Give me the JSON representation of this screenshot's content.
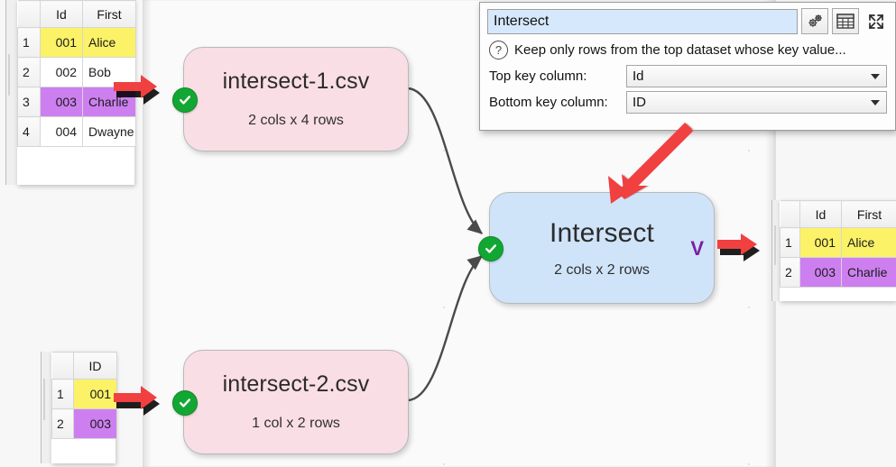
{
  "properties_panel": {
    "name_value": "Intersect",
    "hint": "Keep only rows from the top dataset whose key value...",
    "help_icon": "question-mark-icon",
    "toolbar": [
      {
        "icon": "gears-icon"
      },
      {
        "icon": "table-grid-icon"
      },
      {
        "icon": "expand-fullscreen-icon"
      }
    ],
    "fields": [
      {
        "label": "Top key column:",
        "value": "Id"
      },
      {
        "label": "Bottom key column:",
        "value": "ID"
      }
    ]
  },
  "nodes": [
    {
      "id": "intersect-1",
      "title": "intersect-1.csv",
      "subtitle": "2 cols x 4 rows",
      "color": "#fadee5",
      "status_icon": "green-check-icon"
    },
    {
      "id": "intersect-2",
      "title": "intersect-2.csv",
      "subtitle": "1 col x 2 rows",
      "color": "#fadee5",
      "status_icon": "green-check-icon"
    },
    {
      "id": "intersect-op",
      "title": "Intersect",
      "subtitle": "2 cols x 2 rows",
      "color": "#cfe4f9",
      "status_icon": "green-check-icon",
      "badge": "V"
    }
  ],
  "tables": {
    "top_left": {
      "columns": [
        "Id",
        "First"
      ],
      "rows": [
        {
          "n": "1",
          "cells": [
            "001",
            "Alice"
          ],
          "highlight": "yellow"
        },
        {
          "n": "2",
          "cells": [
            "002",
            "Bob"
          ],
          "highlight": "none"
        },
        {
          "n": "3",
          "cells": [
            "003",
            "Charlie"
          ],
          "highlight": "purple"
        },
        {
          "n": "4",
          "cells": [
            "004",
            "Dwayne"
          ],
          "highlight": "none"
        }
      ]
    },
    "bottom_left": {
      "columns": [
        "ID"
      ],
      "rows": [
        {
          "n": "1",
          "cells": [
            "001"
          ],
          "highlight": "yellow"
        },
        {
          "n": "2",
          "cells": [
            "003"
          ],
          "highlight": "purple"
        }
      ]
    },
    "right": {
      "columns": [
        "Id",
        "First"
      ],
      "rows": [
        {
          "n": "1",
          "cells": [
            "001",
            "Alice"
          ],
          "highlight": "yellow"
        },
        {
          "n": "2",
          "cells": [
            "003",
            "Charlie"
          ],
          "highlight": "purple"
        }
      ]
    }
  },
  "annotations": {
    "arrows": [
      {
        "name": "arrow-to-intersect-1",
        "direction": "right"
      },
      {
        "name": "arrow-to-intersect-2",
        "direction": "right"
      },
      {
        "name": "arrow-to-output-table",
        "direction": "right"
      },
      {
        "name": "arrow-to-intersect-node",
        "direction": "down-left"
      }
    ],
    "arrow_color": "#f04040"
  },
  "colors": {
    "highlight_yellow": "#fbf267",
    "highlight_purple": "#cd7ff0",
    "node_pink": "#fadee5",
    "node_blue": "#cfe4f9",
    "status_green": "#12a733",
    "badge_purple": "#7b1fa2"
  }
}
